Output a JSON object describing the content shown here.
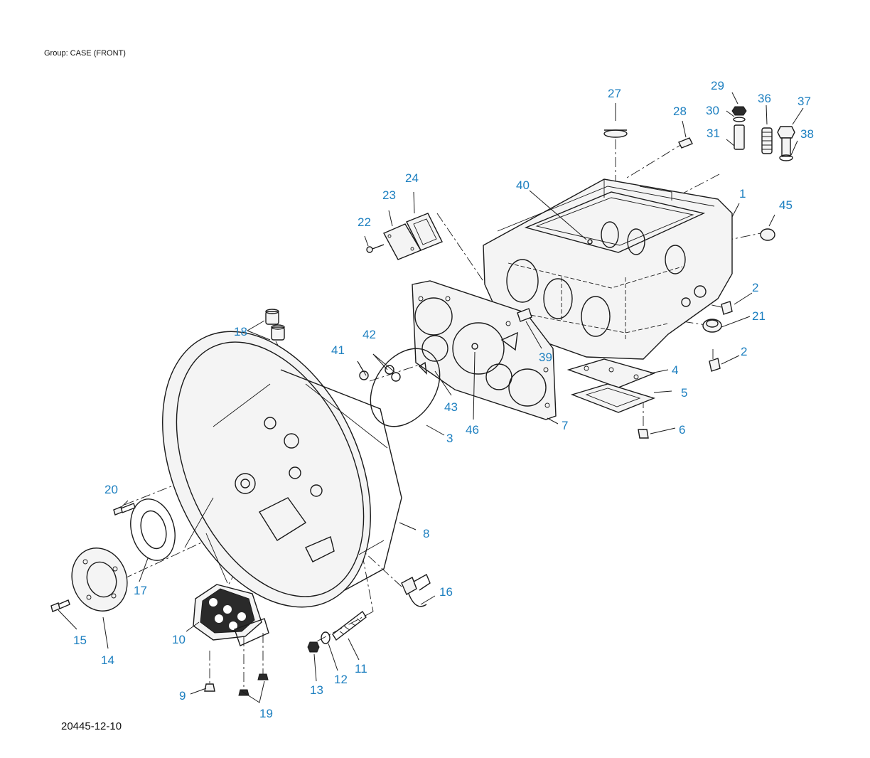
{
  "header": {
    "group_label": "Group: CASE (FRONT)"
  },
  "footer": {
    "drawing_number": "20445-12-10"
  },
  "callouts": [
    "1",
    "2",
    "2",
    "3",
    "4",
    "5",
    "6",
    "7",
    "8",
    "9",
    "10",
    "11",
    "12",
    "13",
    "14",
    "15",
    "16",
    "17",
    "18",
    "19",
    "20",
    "21",
    "22",
    "23",
    "24",
    "27",
    "28",
    "29",
    "30",
    "31",
    "36",
    "37",
    "38",
    "39",
    "40",
    "41",
    "42",
    "43",
    "45",
    "46"
  ],
  "colors": {
    "callout": "#1c7fc0",
    "line": "#1a1a1a"
  }
}
